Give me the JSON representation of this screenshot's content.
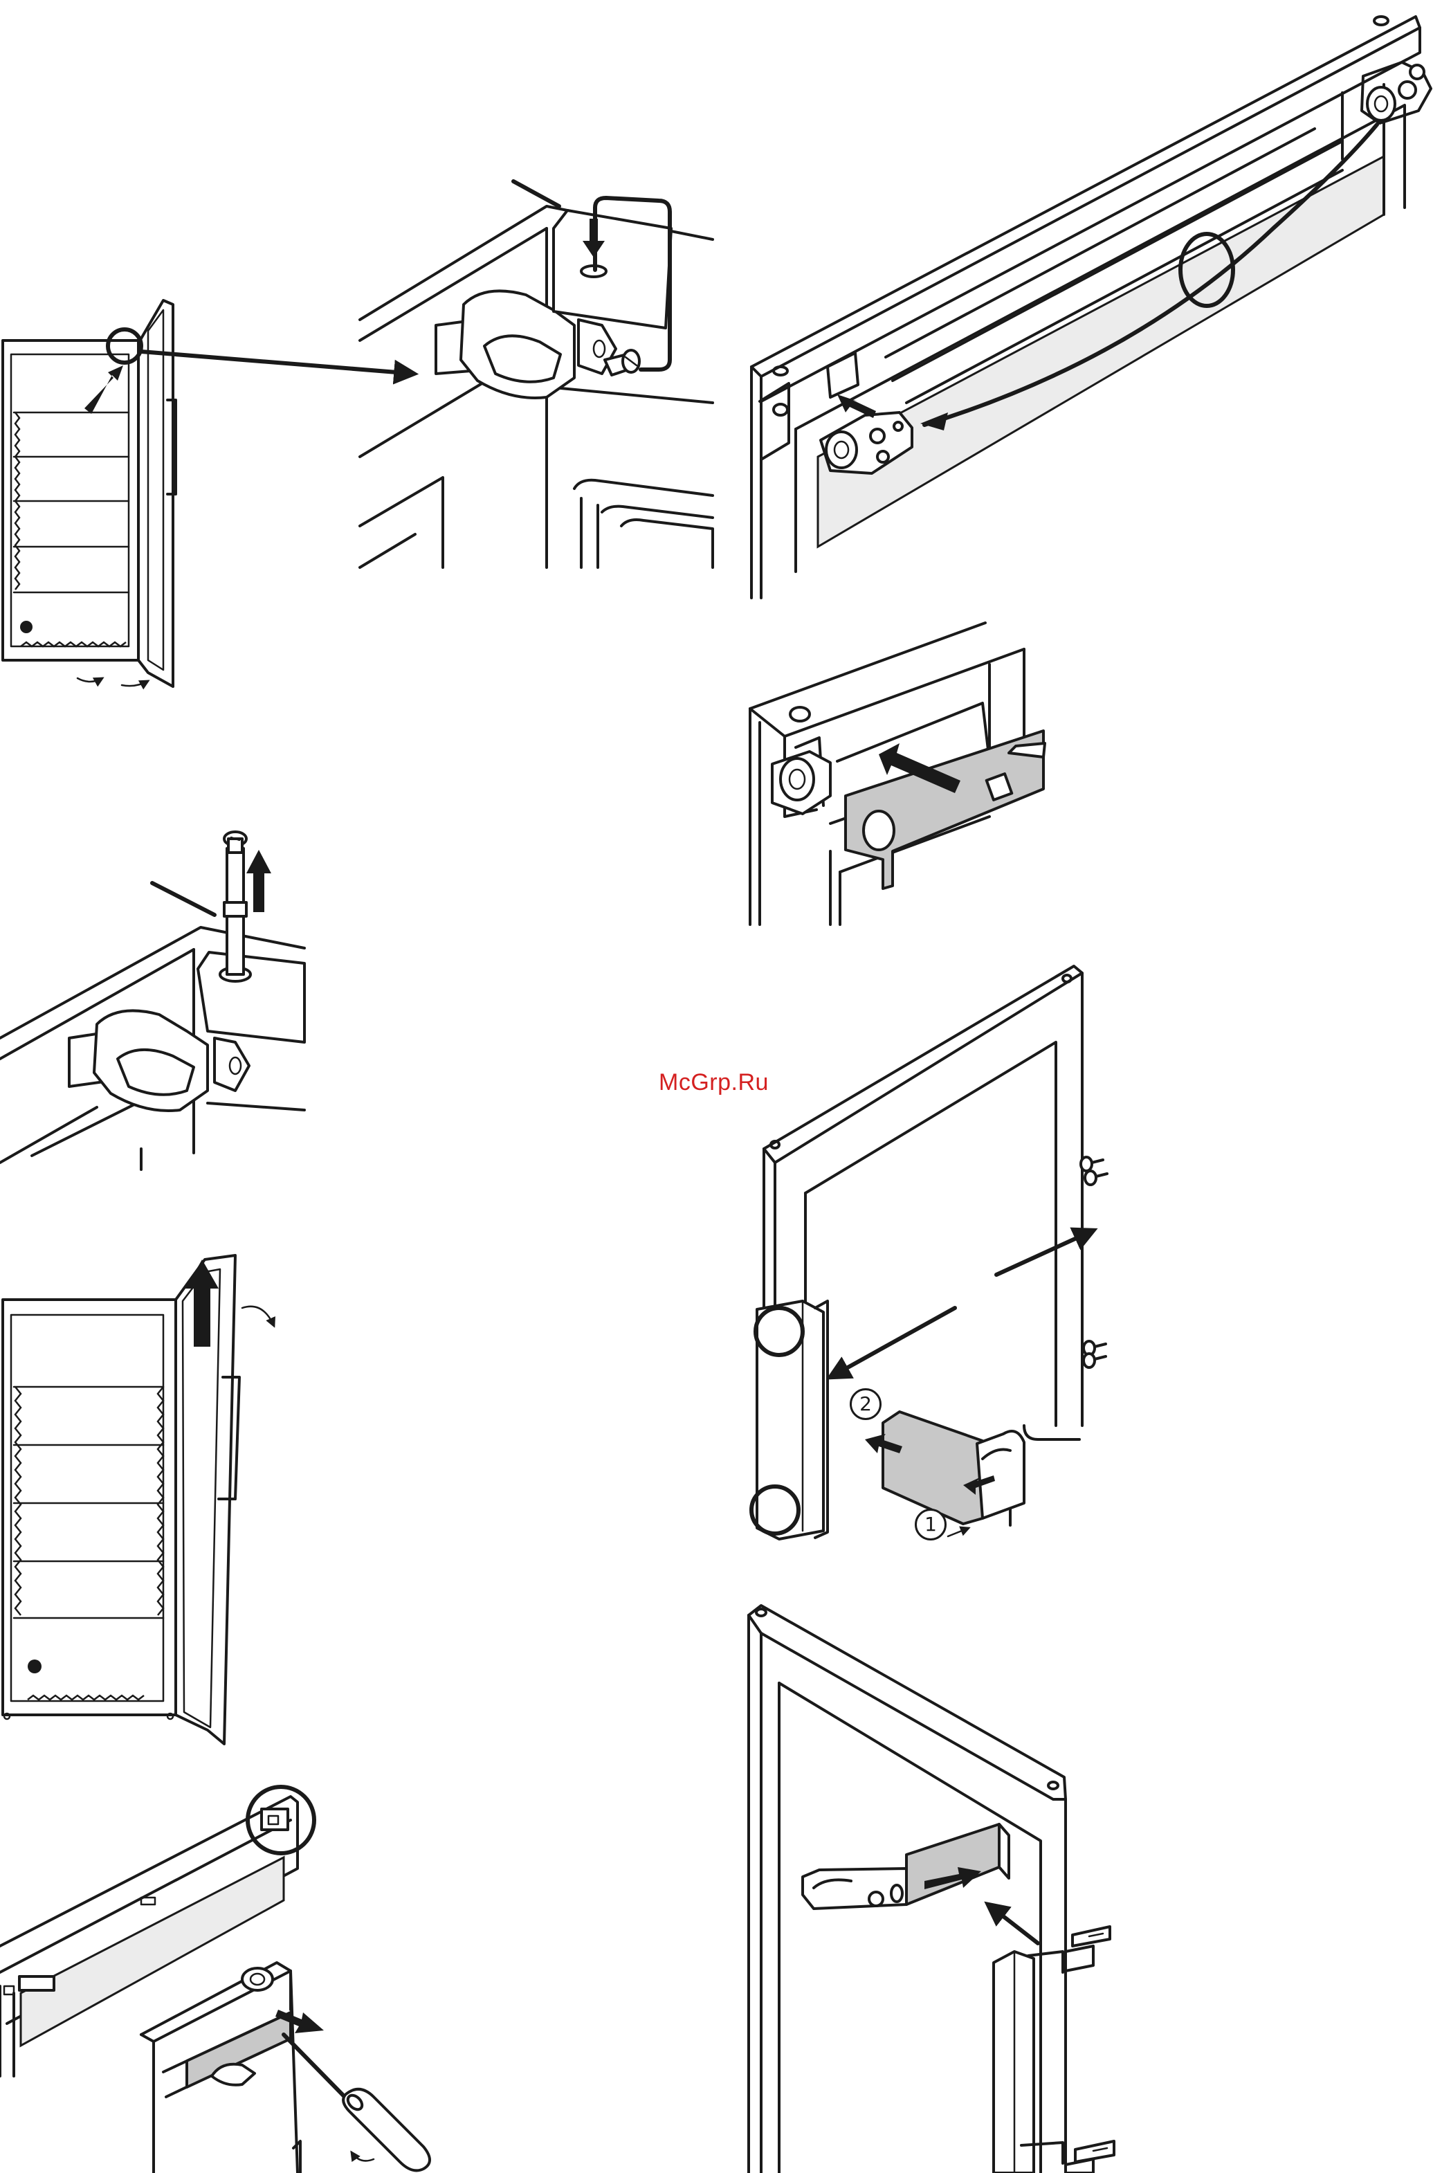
{
  "watermark": "McGrp.Ru",
  "step_labels": {
    "step1": "1",
    "step2": "2"
  },
  "colors": {
    "line": "#1a1a1a",
    "watermark": "#d42020",
    "glass": "#ececec",
    "part_fill": "#c8c8c8"
  },
  "icons": [
    "arrow-icon",
    "curved-arrow-icon",
    "screwdriver-icon",
    "screw-icon",
    "hinge-pin-icon"
  ]
}
